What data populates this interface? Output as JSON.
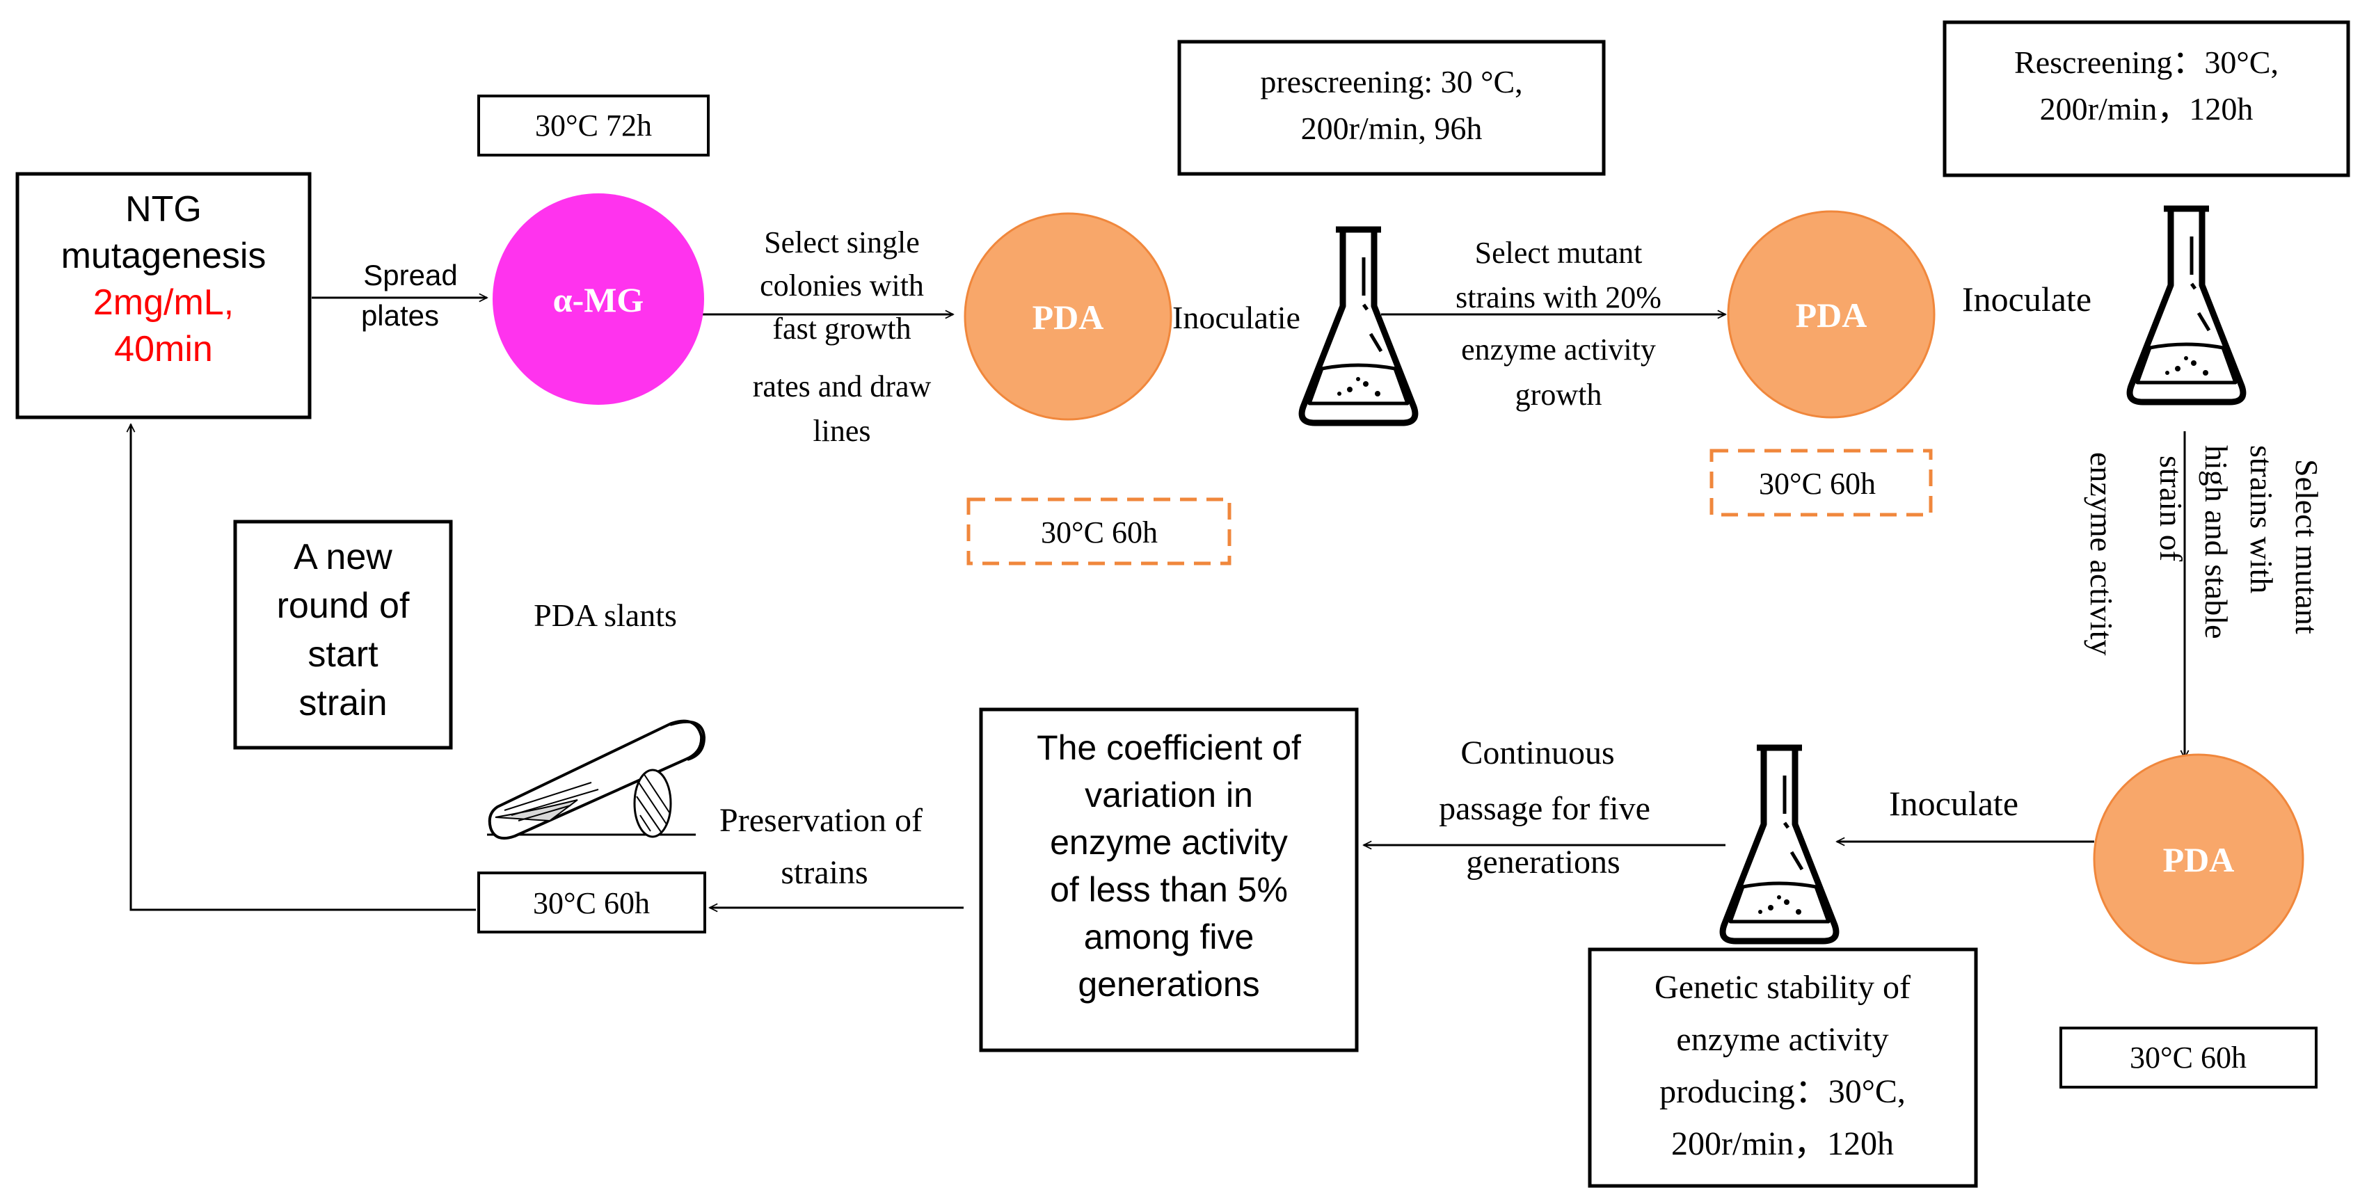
{
  "colors": {
    "mg_fill": "#ff33ee",
    "pda_fill": "#f8a76a",
    "pda_stroke": "#f0873c",
    "red_text": "#ff0000",
    "dashed_orange": "#f0873c",
    "black": "#000000",
    "white": "#ffffff"
  },
  "boxes": {
    "ntg": {
      "line1": "NTG",
      "line2": "mutagenesis",
      "line3": "2mg/mL,",
      "line4": "40min"
    },
    "mg_temp": "30°C 72h",
    "prescreen": {
      "line1": "prescreening: 30 °C,",
      "line2": "200r/min, 96h"
    },
    "rescreen": {
      "line1": "Rescreening：30°C,",
      "line2": "200r/min，120h"
    },
    "pda1_temp": "30°C 60h",
    "pda2_temp": "30°C 60h",
    "pda3_temp": "30°C 60h",
    "slant_temp": "30°C 60h",
    "new_round": {
      "line1": "A new",
      "line2": "round of",
      "line3": "start",
      "line4": "strain"
    },
    "coefficient": {
      "line1": "The coefficient of",
      "line2": "variation in",
      "line3": "enzyme activity",
      "line4": "of less than 5%",
      "line5": "among five",
      "line6": "generations"
    },
    "genetic": {
      "line1": "Genetic stability of",
      "line2": "enzyme activity",
      "line3": "producing：30°C,",
      "line4": "200r/min，120h"
    }
  },
  "circles": {
    "mg": "α-MG",
    "pda1": "PDA",
    "pda2": "PDA",
    "pda3": "PDA"
  },
  "labels": {
    "spread": {
      "line1": "Spread",
      "line2": "plates"
    },
    "select_single": {
      "line1": "Select single",
      "line2": "colonies with",
      "line3": "fast growth",
      "line4": "rates and draw",
      "line5": "lines"
    },
    "inoculatie": "Inoculatie",
    "select_mutant": {
      "line1": "Select mutant",
      "line2": "strains with 20%",
      "line3": "enzyme activity",
      "line4": "growth"
    },
    "inoculate1": "Inoculate",
    "vertical": {
      "line1": "Select mutant",
      "line2": "strains with",
      "line3": "high and stable",
      "line4": "strain of",
      "line5": "enzyme activity"
    },
    "inoculate2": "Inoculate",
    "continuous": {
      "line1": "Continuous",
      "line2": "passage for five",
      "line3": "generations"
    },
    "preservation": {
      "line1": "Preservation of",
      "line2": "strains"
    },
    "pda_slants": "PDA slants"
  }
}
